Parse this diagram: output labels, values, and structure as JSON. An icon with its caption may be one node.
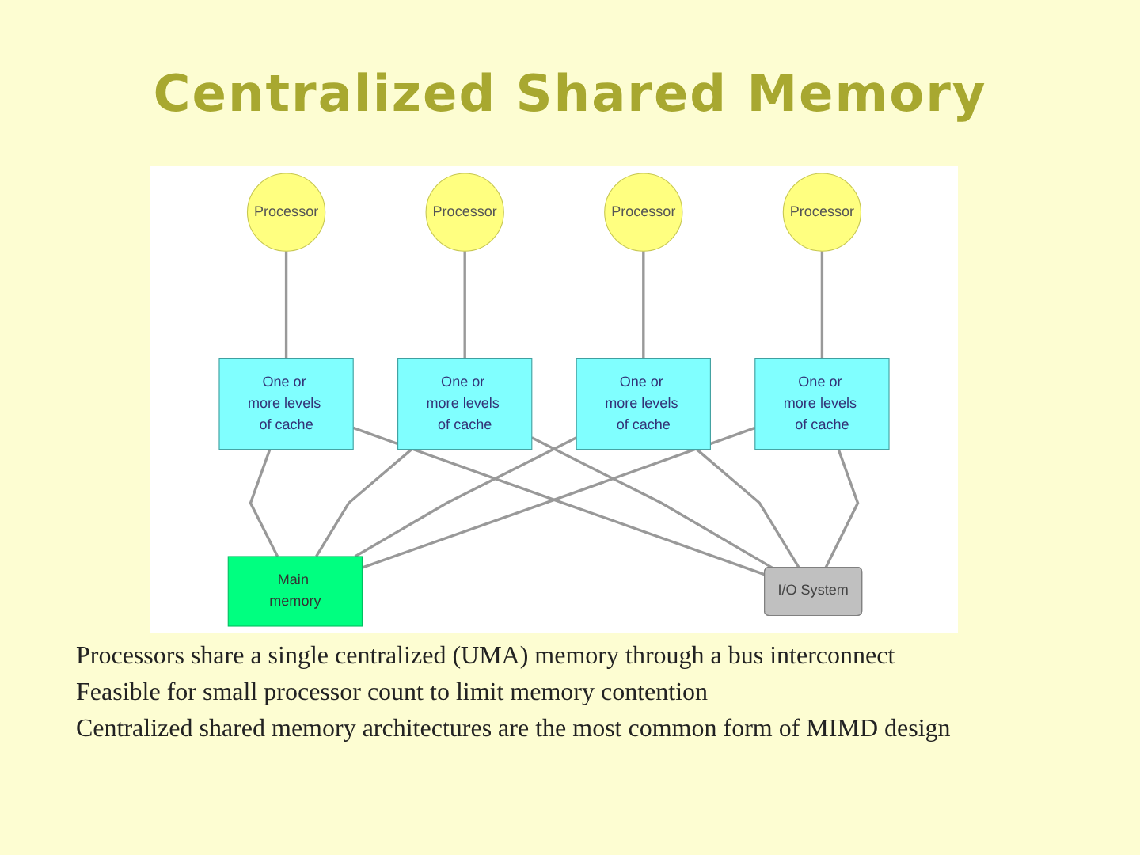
{
  "diagram": {
    "title": "Centralized Shared Memory",
    "nodes": [
      {
        "text": [
          "Processor"
        ]
      },
      {
        "text": [
          "Processor"
        ]
      },
      {
        "text": [
          "Processor"
        ]
      },
      {
        "text": [
          "Processor"
        ]
      },
      {
        "text": [
          "One or more levels of cache"
        ]
      },
      {
        "text": [
          "One or more levels of cache"
        ]
      },
      {
        "text": [
          "One or more levels of cache"
        ]
      },
      {
        "text": [
          "One or more levels of cache"
        ]
      },
      {
        "text": [
          "Main memory"
        ]
      },
      {
        "text": [
          "I/O System"
        ]
      }
    ],
    "edges": [
      {
        "from": 0,
        "to": 4,
        "arrow": "none"
      },
      {
        "from": 1,
        "to": 5,
        "arrow": "none"
      },
      {
        "from": 2,
        "to": 6,
        "arrow": "none"
      },
      {
        "from": 3,
        "to": 7,
        "arrow": "none"
      },
      {
        "from": 4,
        "to": 8,
        "arrow": "none"
      },
      {
        "from": 5,
        "to": 8,
        "arrow": "none"
      },
      {
        "from": 6,
        "to": 8,
        "arrow": "none"
      },
      {
        "from": 7,
        "to": 8,
        "arrow": "none"
      },
      {
        "from": 4,
        "to": 9,
        "arrow": "none"
      },
      {
        "from": 5,
        "to": 9,
        "arrow": "none"
      },
      {
        "from": 6,
        "to": 9,
        "arrow": "none"
      },
      {
        "from": 7,
        "to": 9,
        "arrow": "none"
      }
    ],
    "labels": [
      "Processors share a single centralized (UMA) memory through a bus interconnect",
      "Feasible for small processor count to limit memory contention",
      "Centralized shared memory architectures are the most common form of MIMD design"
    ]
  }
}
